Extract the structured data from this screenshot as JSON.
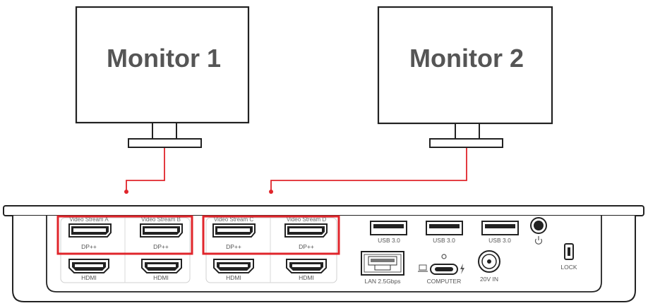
{
  "monitors": {
    "monitor_1": "Monitor 1",
    "monitor_2": "Monitor 2"
  },
  "ports": {
    "dp_groups": [
      {
        "stream": "Video Stream A",
        "label": "DP++",
        "hdmi": "HDMI"
      },
      {
        "stream": "Video Stream B",
        "label": "DP++",
        "hdmi": "HDMI"
      },
      {
        "stream": "Video Stream C",
        "label": "DP++",
        "hdmi": "HDMI"
      },
      {
        "stream": "Video Stream D",
        "label": "DP++",
        "hdmi": "HDMI"
      }
    ],
    "usb": [
      "USB 3.0",
      "USB 3.0",
      "USB 3.0"
    ],
    "lan": "LAN 2.5Gbps",
    "computer": "COMPUTER",
    "power_in": "20V IN",
    "lock": "LOCK"
  },
  "colors": {
    "highlight": "#e0252b",
    "line": "#222222",
    "text": "#555555"
  }
}
